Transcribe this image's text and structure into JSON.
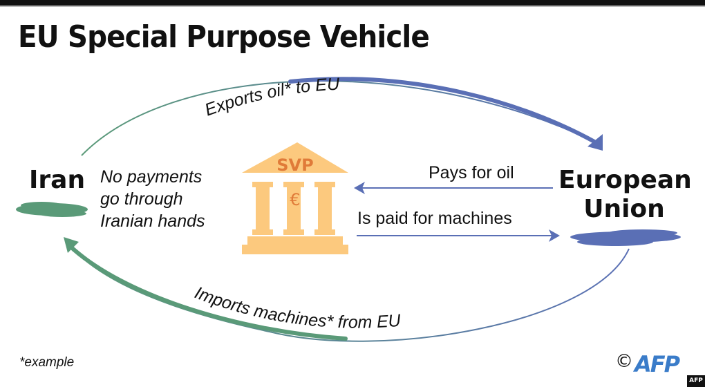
{
  "title": "EU Special Purpose Vehicle",
  "parties": {
    "iran": "Iran",
    "eu_line1": "European",
    "eu_line2": "Union"
  },
  "note": {
    "line1": "No payments",
    "line2": "go through",
    "line3": "Iranian hands"
  },
  "bank": {
    "label": "SVP",
    "symbol": "€"
  },
  "flows": {
    "top_arc": "Exports oil* to EU",
    "bottom_arc": "Imports machines* from EU",
    "pays": "Pays for oil",
    "paid": "Is paid for machines"
  },
  "footnote": "*example",
  "credit": {
    "copyright": "©",
    "logo": "AFP",
    "badge": "AFP"
  },
  "colors": {
    "green": "#5a9a78",
    "blue": "#5a6fb5",
    "bank": "#fcc97e",
    "bank_text": "#e07b39"
  }
}
